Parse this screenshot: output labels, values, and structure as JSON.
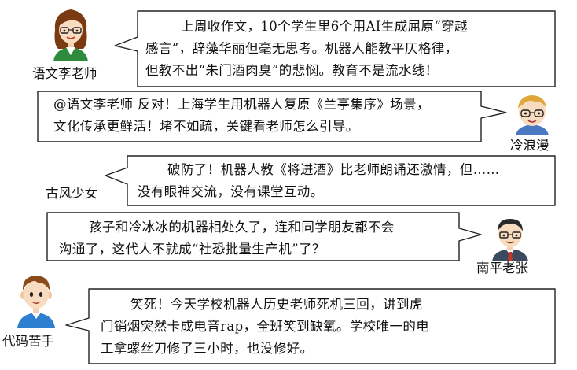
{
  "comments": [
    {
      "user": "语文李老师",
      "lines": [
        "上周收作文，10个学生里6个用AI生成屈原“穿越",
        "感言”，辞藻华丽但毫无思考。机器人能教平仄格律，",
        "但教不出“朱门酒肉臭”的悲悯。教育不是流水线！"
      ]
    },
    {
      "user": "冷浪漫",
      "lines": [
        "@语文李老师  反对！上海学生用机器人复原《兰亭集序》场景，",
        "文化传承更鲜活！堵不如疏，关键看老师怎么引导。"
      ]
    },
    {
      "user": "古风少女",
      "lines": [
        "破防了！机器人教《将进酒》比老师朗诵还激情，但……",
        "没有眼神交流，没有课堂互动。"
      ]
    },
    {
      "user": "南平老张",
      "lines": [
        "孩子和冷冰冰的机器相处久了，连和同学朋友都不会",
        "沟通了，这代人不就成“社恐批量生产机”了？"
      ]
    },
    {
      "user": "代码苦手",
      "lines": [
        "笑死！今天学校机器人历史老师死机三回，讲到虎",
        "门销烟突然卡成电音rap，全班笑到缺氧。学校唯一的电",
        "工拿螺丝刀修了三小时，也没修好。"
      ]
    }
  ],
  "icons": {
    "avatar_1": "female-teacher-glasses-avatar",
    "avatar_2": "blond-boy-glasses-avatar",
    "avatar_4": "male-teacher-glasses-tie-avatar",
    "avatar_5": "boy-cartoon-avatar"
  }
}
